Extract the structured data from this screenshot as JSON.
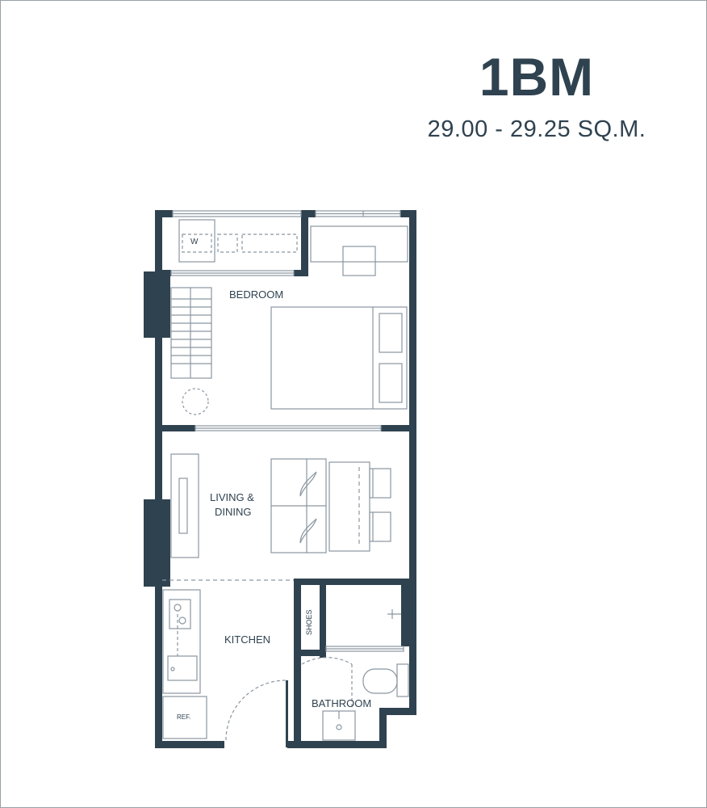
{
  "unit": {
    "name": "1BM",
    "area": "29.00 - 29.25 SQ.M."
  },
  "rooms": {
    "bedroom": "BEDROOM",
    "living_line1": "LIVING &",
    "living_line2": "DINING",
    "kitchen": "KITCHEN",
    "bathroom": "BATHROOM",
    "shoes": "SHOES",
    "washer": "W",
    "fridge": "REF."
  },
  "colors": {
    "wall": "#2f4250",
    "line": "#8a96a0"
  }
}
